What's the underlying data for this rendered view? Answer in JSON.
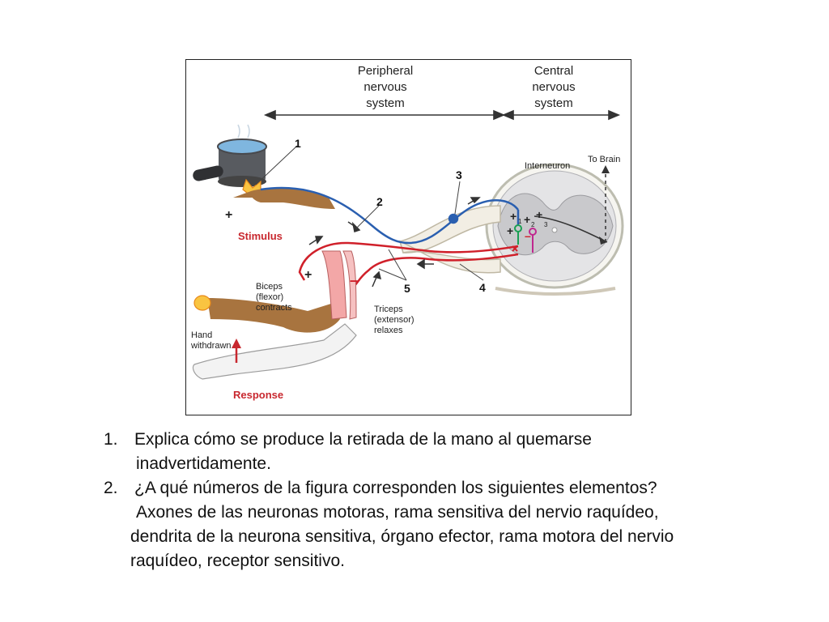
{
  "figure": {
    "header_peripheral": [
      "Peripheral",
      "nervous",
      "system"
    ],
    "header_central": [
      "Central",
      "nervous",
      "system"
    ],
    "labels": {
      "interneuron": "Interneuron",
      "to_brain": "To Brain",
      "stimulus": "Stimulus",
      "biceps": [
        "Biceps",
        "(flexor)",
        "contracts"
      ],
      "triceps": [
        "Triceps",
        "(extensor)",
        "relaxes"
      ],
      "hand_withdrawn": [
        "Hand",
        "withdrawn"
      ],
      "response": "Response",
      "plus": "+",
      "minus": "–",
      "syn1": "1",
      "syn2": "2",
      "syn3": "3"
    },
    "numbers": [
      "1",
      "2",
      "3",
      "4",
      "5"
    ],
    "colors": {
      "sensory": "#2a5fb0",
      "motor": "#d0202a",
      "label_red": "#c8282f",
      "cord_gray": "#c9c9cc",
      "skin": "#a8743f"
    }
  },
  "questions": [
    {
      "num": "1.",
      "lines": [
        "Explica cómo se produce la retirada de la mano al quemarse",
        "inadvertidamente."
      ]
    },
    {
      "num": "2.",
      "lines": [
        "¿A qué números de la figura corresponden los siguientes elementos?",
        "Axones de las neuronas motoras, rama sensitiva del nervio raquídeo,",
        "dendrita de la neurona sensitiva, órgano efector, rama motora del nervio",
        "raquídeo, receptor sensitivo."
      ]
    }
  ]
}
